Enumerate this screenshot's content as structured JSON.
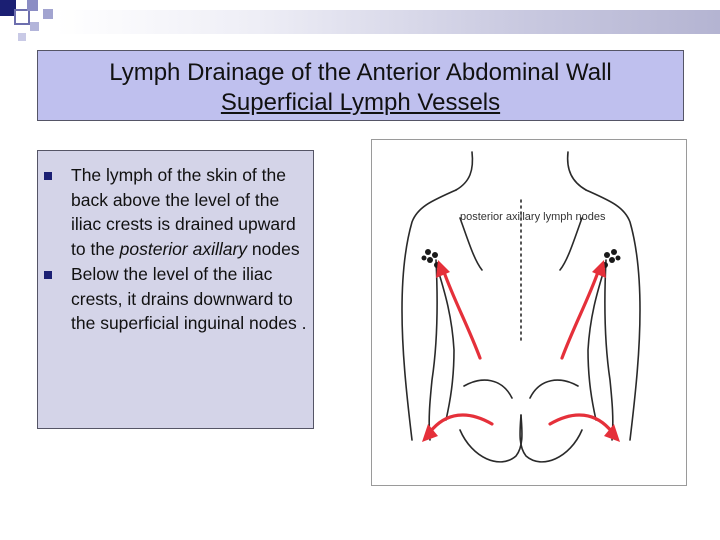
{
  "slide": {
    "title_line1": "Lymph Drainage of the Anterior Abdominal Wall",
    "title_line2": "Superficial Lymph Vessels"
  },
  "bullets": [
    {
      "parts": [
        {
          "text": "The lymph of the skin of the back above the level of the iliac crests is drained upward to the ",
          "italic": false
        },
        {
          "text": "posterior axillary",
          "italic": true
        },
        {
          "text": " nodes",
          "italic": false
        }
      ]
    },
    {
      "parts": [
        {
          "text": "Below the level of the iliac crests, it drains downward to the superficial inguinal nodes .",
          "italic": false
        }
      ]
    }
  ],
  "figure": {
    "label": "posterior axillary lymph nodes",
    "arrow_color": "#e5303a",
    "outline_color": "#2a2a2a"
  },
  "colors": {
    "title_bg": "#bfc0ee",
    "text_bg": "#d4d4e8",
    "bullet": "#1b1f73"
  }
}
